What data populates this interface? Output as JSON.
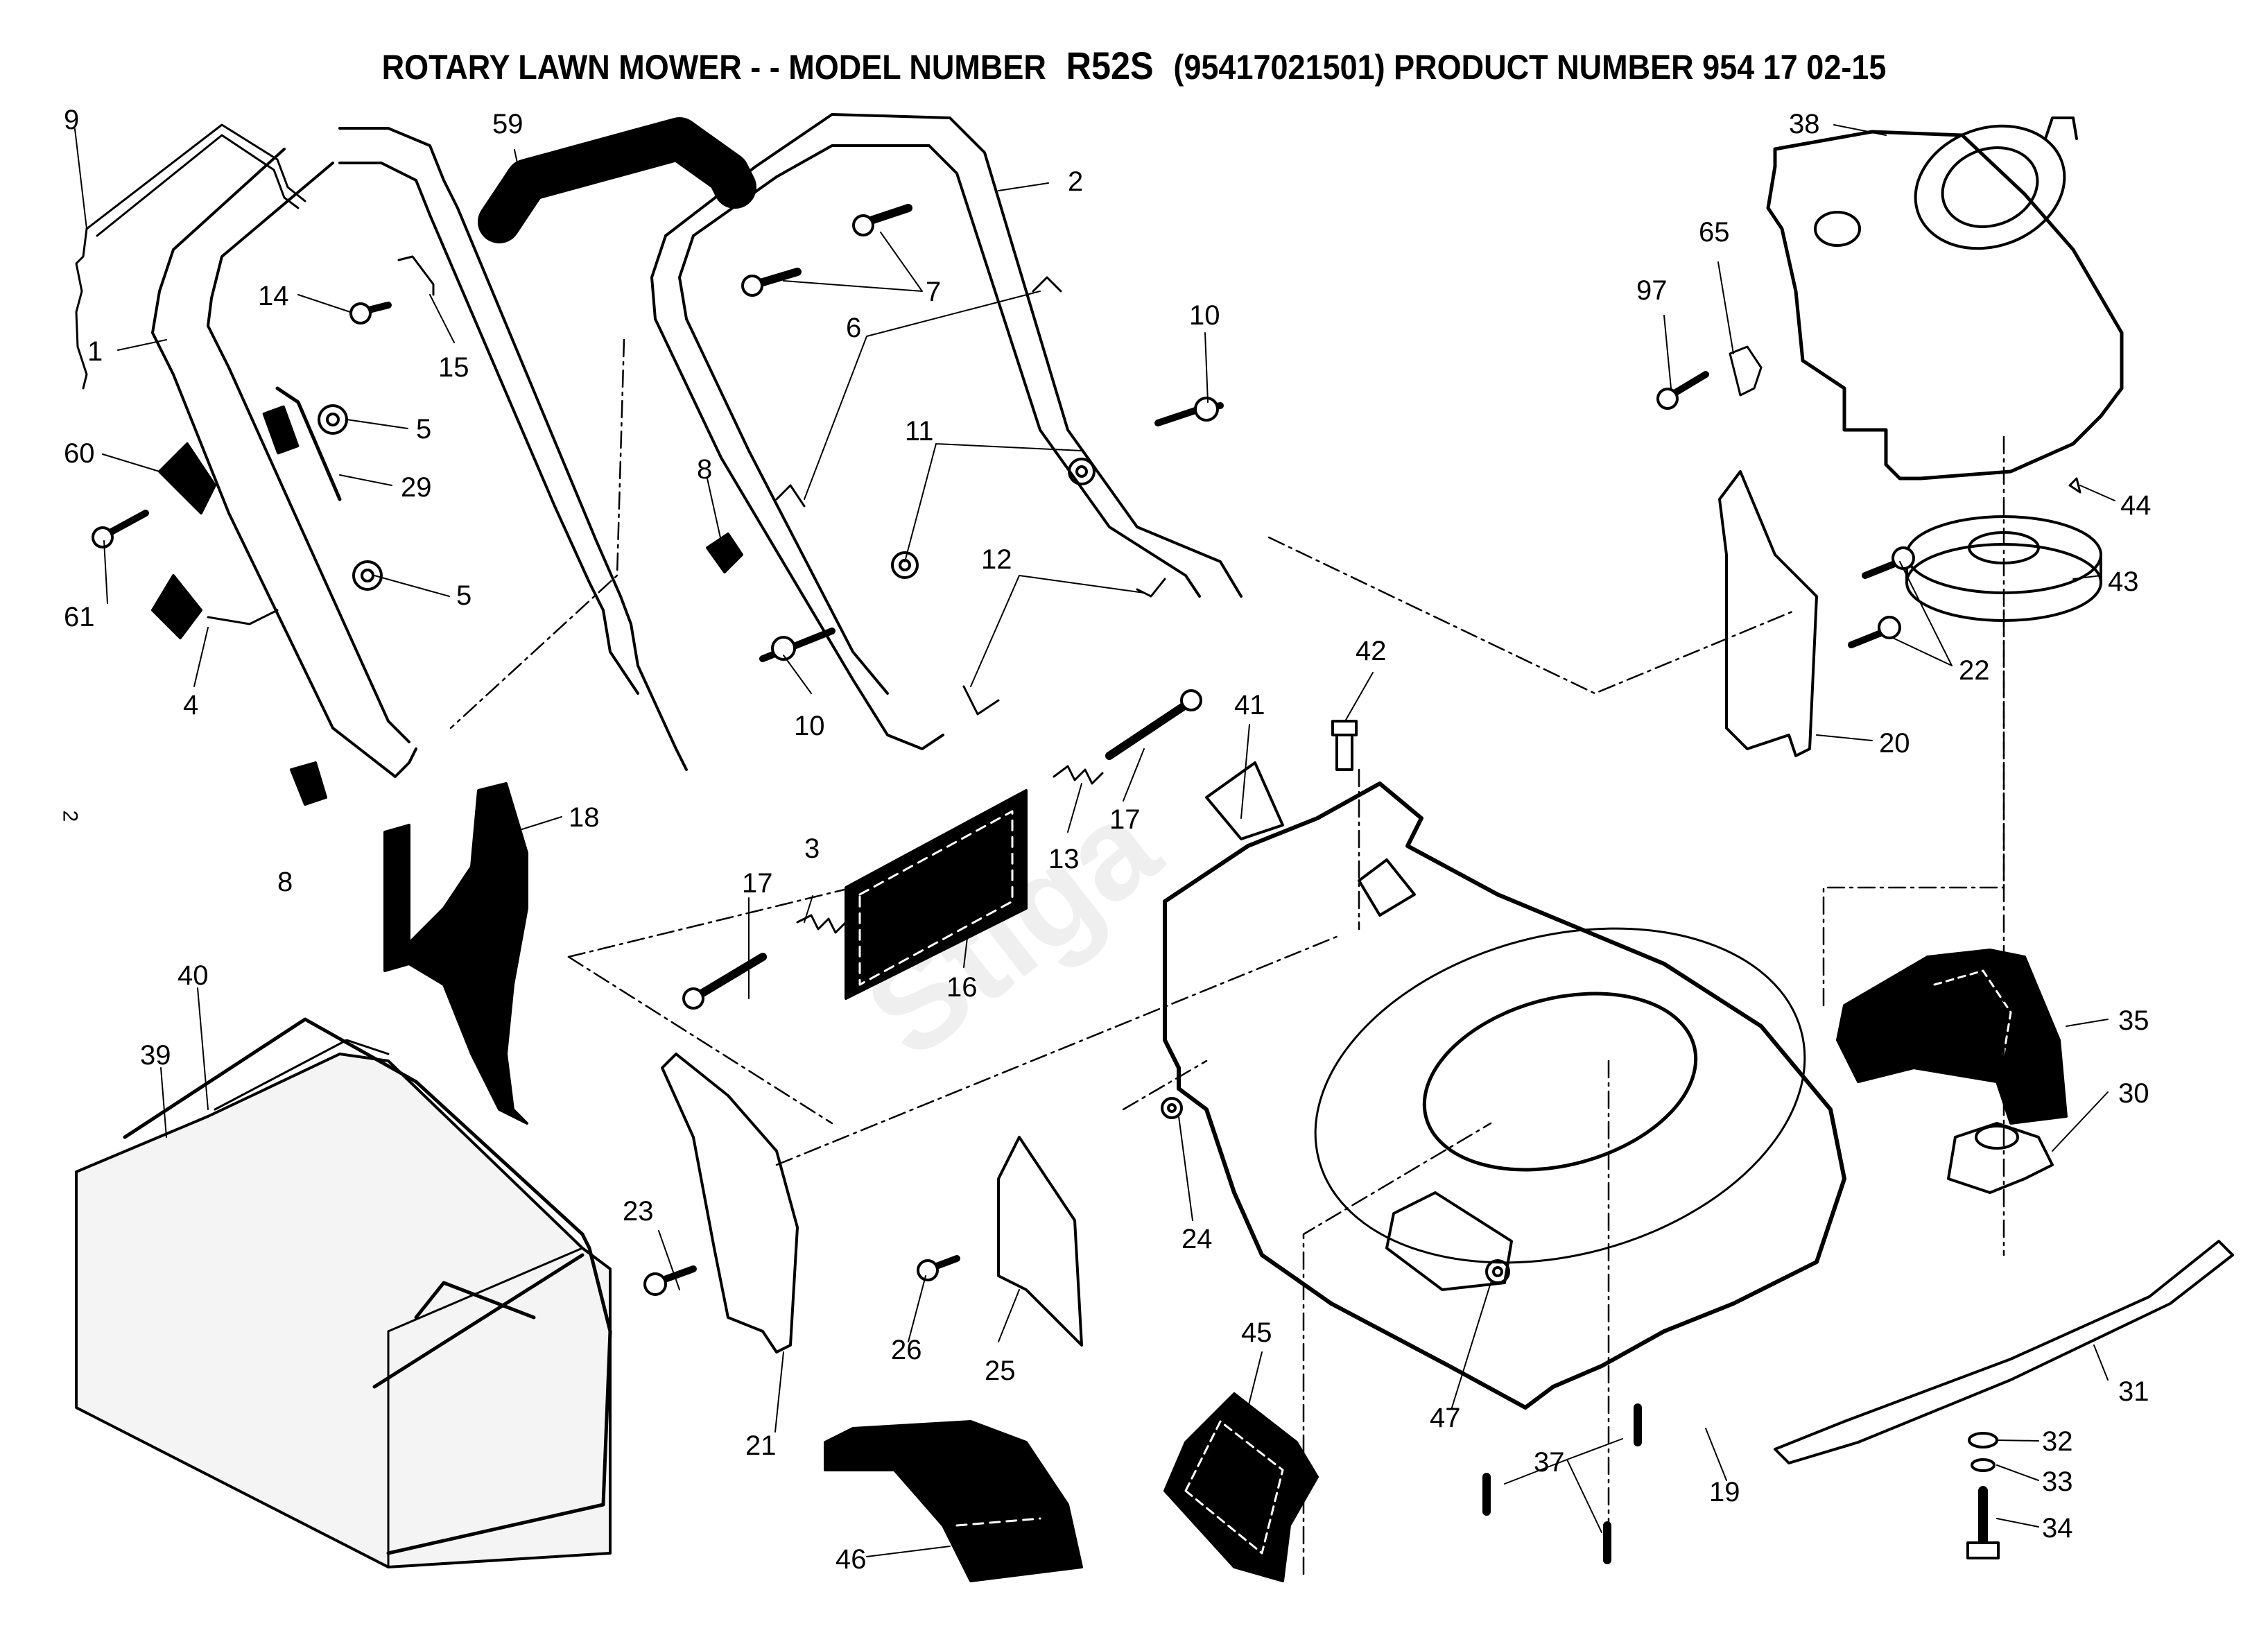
{
  "title": {
    "prefix": "ROTARY LAWN MOWER - - MODEL NUMBER",
    "model": "R52S",
    "suffix": "(95417021501) PRODUCT NUMBER 954 17 02-15"
  },
  "page_marker": "2",
  "watermark": "Stiga",
  "parts": [
    {
      "id": "9",
      "name": "control-bail-wire"
    },
    {
      "id": "59",
      "name": "handle-grip"
    },
    {
      "id": "2",
      "name": "upper-handle"
    },
    {
      "id": "38",
      "name": "engine"
    },
    {
      "id": "14",
      "name": "screw"
    },
    {
      "id": "15",
      "name": "cable-clip"
    },
    {
      "id": "7",
      "name": "bolt"
    },
    {
      "id": "6",
      "name": "cable-tie"
    },
    {
      "id": "65",
      "name": "bracket"
    },
    {
      "id": "97",
      "name": "screw"
    },
    {
      "id": "10",
      "name": "bolt"
    },
    {
      "id": "1",
      "name": "lower-handle"
    },
    {
      "id": "5",
      "name": "nut"
    },
    {
      "id": "60",
      "name": "cable-guide"
    },
    {
      "id": "29",
      "name": "cable"
    },
    {
      "id": "8",
      "name": "knob"
    },
    {
      "id": "11",
      "name": "washer"
    },
    {
      "id": "61",
      "name": "screw"
    },
    {
      "id": "12",
      "name": "hairpin-clip"
    },
    {
      "id": "4",
      "name": "knob-assembly"
    },
    {
      "id": "44",
      "name": "key"
    },
    {
      "id": "43",
      "name": "pulley"
    },
    {
      "id": "22",
      "name": "bolt"
    },
    {
      "id": "42",
      "name": "bolt"
    },
    {
      "id": "41",
      "name": "label"
    },
    {
      "id": "17",
      "name": "rod"
    },
    {
      "id": "20",
      "name": "height-adjuster-bracket"
    },
    {
      "id": "18",
      "name": "grass-chute"
    },
    {
      "id": "3",
      "name": "spring"
    },
    {
      "id": "13",
      "name": "spring"
    },
    {
      "id": "16",
      "name": "rear-flap"
    },
    {
      "id": "40",
      "name": "catcher-frame"
    },
    {
      "id": "39",
      "name": "grass-bag"
    },
    {
      "id": "35",
      "name": "belt-guard"
    },
    {
      "id": "30",
      "name": "blade-adapter"
    },
    {
      "id": "23",
      "name": "bolt"
    },
    {
      "id": "24",
      "name": "nut"
    },
    {
      "id": "26",
      "name": "bolt"
    },
    {
      "id": "25",
      "name": "deflector"
    },
    {
      "id": "21",
      "name": "height-adjuster-bracket"
    },
    {
      "id": "45",
      "name": "wheel-cover"
    },
    {
      "id": "47",
      "name": "nut"
    },
    {
      "id": "31",
      "name": "blade"
    },
    {
      "id": "32",
      "name": "washer"
    },
    {
      "id": "33",
      "name": "lock-washer"
    },
    {
      "id": "34",
      "name": "blade-bolt"
    },
    {
      "id": "37",
      "name": "bolt"
    },
    {
      "id": "19",
      "name": "mower-deck"
    },
    {
      "id": "46",
      "name": "side-discharge-chute"
    }
  ],
  "callouts": {
    "c9": "9",
    "c59": "59",
    "c2": "2",
    "c38": "38",
    "c14": "14",
    "c15": "15",
    "c7": "7",
    "c6": "6",
    "c65": "65",
    "c97": "97",
    "c10a": "10",
    "c10b": "10",
    "c1": "1",
    "c5a": "5",
    "c5b": "5",
    "c60": "60",
    "c29": "29",
    "c8a": "8",
    "c8b": "8",
    "c11": "11",
    "c61": "61",
    "c12": "12",
    "c4": "4",
    "c44": "44",
    "c43": "43",
    "c22": "22",
    "c42": "42",
    "c41": "41",
    "c17a": "17",
    "c17b": "17",
    "c20": "20",
    "c18": "18",
    "c3": "3",
    "c13": "13",
    "c16": "16",
    "c40": "40",
    "c39": "39",
    "c35": "35",
    "c30": "30",
    "c23": "23",
    "c24": "24",
    "c26": "26",
    "c25": "25",
    "c21": "21",
    "c45": "45",
    "c47": "47",
    "c31": "31",
    "c32": "32",
    "c33": "33",
    "c34": "34",
    "c37": "37",
    "c19": "19",
    "c46": "46"
  }
}
